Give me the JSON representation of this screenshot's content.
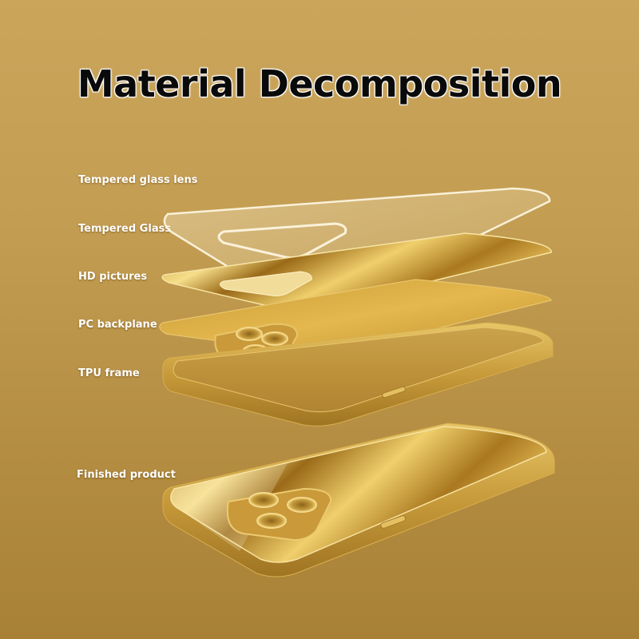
{
  "title": "Material Decomposition",
  "layers": [
    {
      "label": "Tempered glass lens"
    },
    {
      "label": "Tempered Glass"
    },
    {
      "label": "HD pictures"
    },
    {
      "label": "PC backplane"
    },
    {
      "label": "TPU frame"
    }
  ],
  "finished": {
    "label": "Finished product"
  },
  "colors": {
    "gold_light": "#f3d77a",
    "gold_mid": "#d4a83a",
    "gold_dark": "#9a6f1c",
    "background": "#c39d52"
  }
}
